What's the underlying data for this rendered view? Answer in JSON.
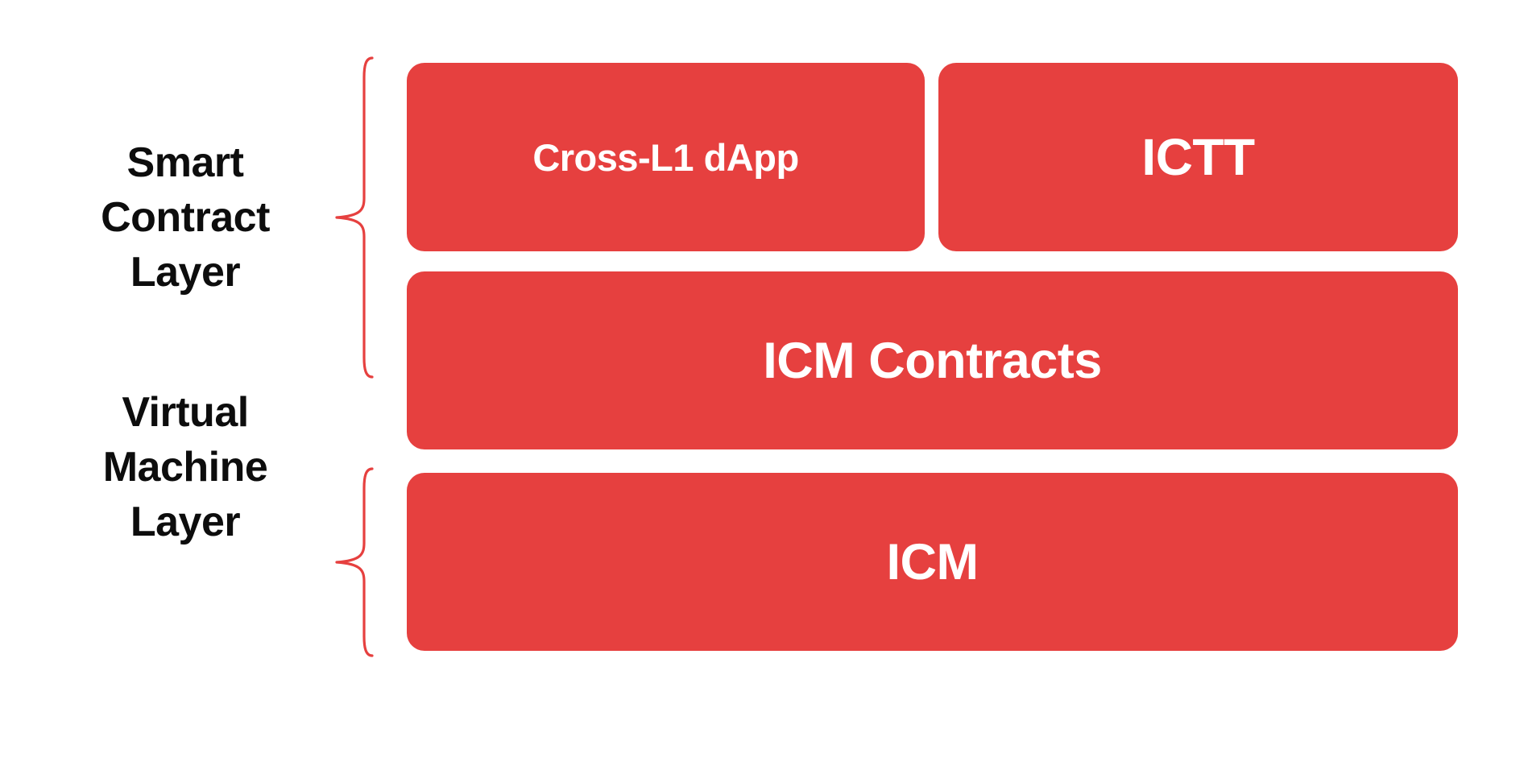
{
  "diagram": {
    "title": "Smart Contract Layer and Virtual Machine Layer stack",
    "background_color": "#FFFFFF",
    "accent_color": "#E6403F",
    "label_color": "#0D0D0D",
    "box_text_color": "#FFFFFF"
  },
  "layers": [
    {
      "id": "smart-contract-layer",
      "label": "Smart\nContract\nLayer",
      "label_lines": [
        "Smart",
        "Contract",
        "Layer"
      ],
      "brace_color": "#E6403F",
      "rows": [
        {
          "id": "row-applications",
          "boxes": [
            {
              "id": "cross-l1-dapp",
              "label": "Cross-L1 dApp",
              "fill": "#E6403F"
            },
            {
              "id": "ictt",
              "label": "ICTT",
              "fill": "#E6403F"
            }
          ]
        },
        {
          "id": "row-icm-contracts",
          "boxes": [
            {
              "id": "icm-contracts",
              "label": "ICM Contracts",
              "fill": "#E6403F"
            }
          ]
        }
      ]
    },
    {
      "id": "virtual-machine-layer",
      "label": "Virtual\nMachine\nLayer",
      "label_lines": [
        "Virtual",
        "Machine",
        "Layer"
      ],
      "brace_color": "#E6403F",
      "rows": [
        {
          "id": "row-icm",
          "boxes": [
            {
              "id": "icm",
              "label": "ICM",
              "fill": "#E6403F"
            }
          ]
        }
      ]
    }
  ]
}
